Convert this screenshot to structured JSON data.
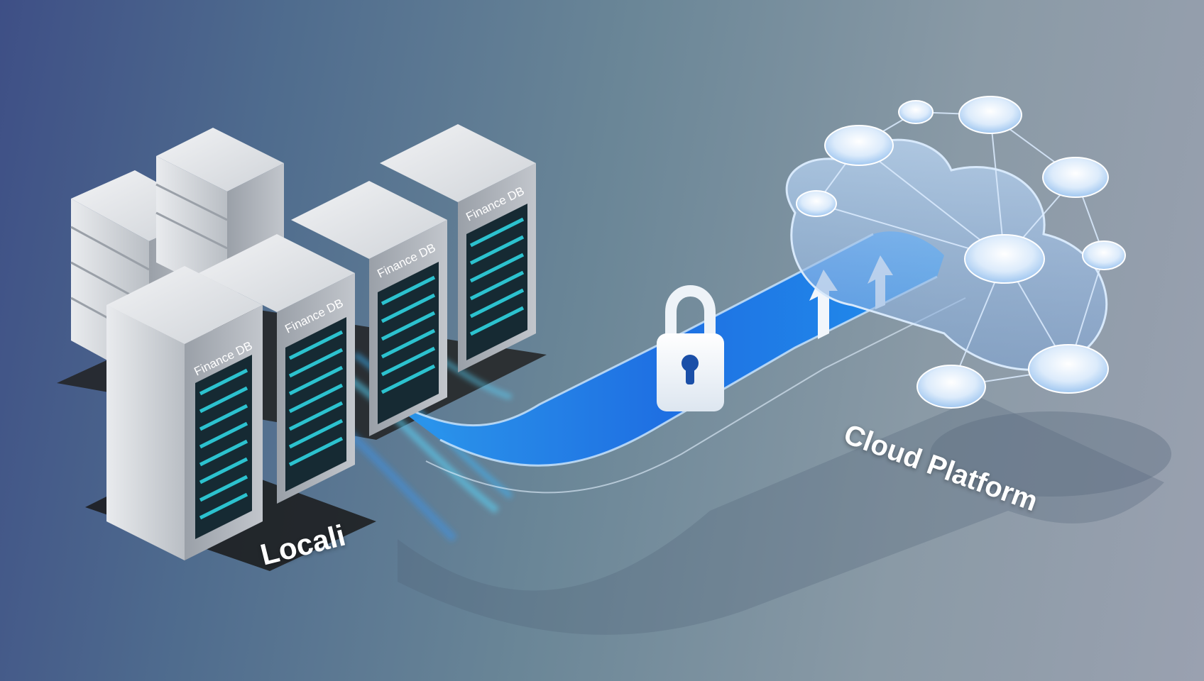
{
  "labels": {
    "local": "Locali",
    "cloud": "Cloud Platform"
  },
  "racks": [
    {
      "label": "Finance DB"
    },
    {
      "label": "Finance DB"
    },
    {
      "label": "Finance DB"
    },
    {
      "label": "Finance DB"
    }
  ],
  "icons": [
    "lock-icon",
    "upload-arrow-icon",
    "cloud-icon",
    "network-node-icon"
  ],
  "colors": {
    "accent_blue": "#1e74e8",
    "screen_teal": "#2fd3e0",
    "rack_gray": "#c9cdd2"
  }
}
